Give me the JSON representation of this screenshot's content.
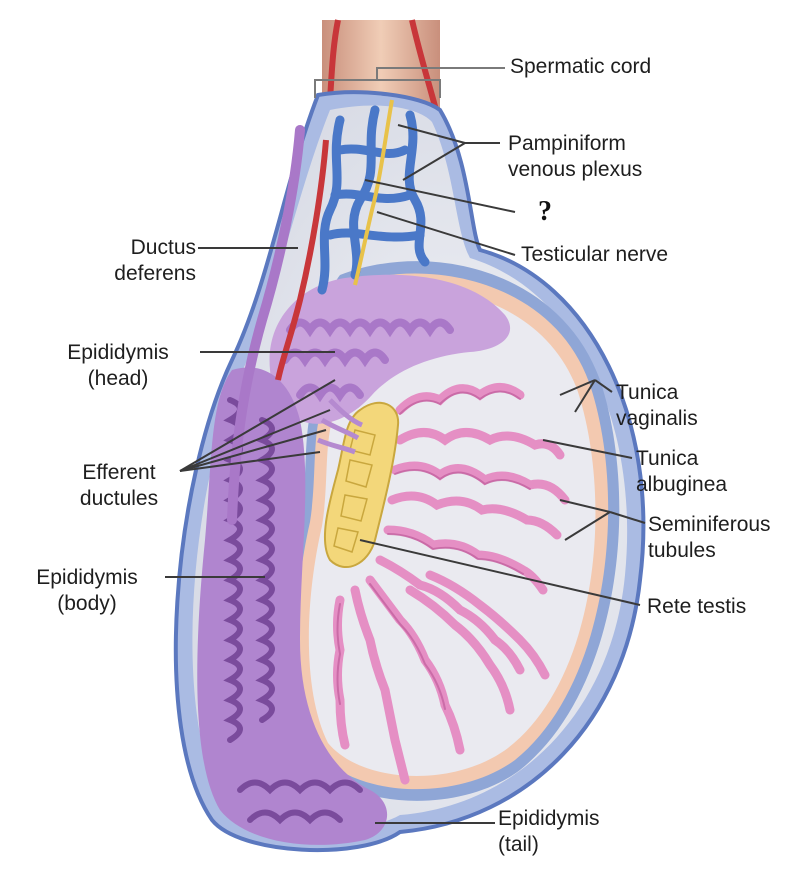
{
  "labels": {
    "spermatic_cord": "Spermatic cord",
    "pampiniform_1": "Pampiniform",
    "pampiniform_2": "venous plexus",
    "unknown": "?",
    "testicular_nerve": "Testicular nerve",
    "ductus_1": "Ductus",
    "ductus_2": "deferens",
    "epi_head_1": "Epididymis",
    "epi_head_2": "(head)",
    "tunica_vag_1": "Tunica",
    "tunica_vag_2": "vaginalis",
    "tunica_alb_1": "Tunica",
    "tunica_alb_2": "albuginea",
    "efferent_1": "Efferent",
    "efferent_2": "ductules",
    "semi_1": "Seminiferous",
    "semi_2": "tubules",
    "epi_body_1": "Epididymis",
    "epi_body_2": "(body)",
    "rete": "Rete testis",
    "epi_tail_1": "Epididymis",
    "epi_tail_2": "(tail)"
  },
  "colors": {
    "skin_blue": "#8fa6d6",
    "skin_blue_dark": "#5b78bf",
    "cavity": "#e6e8ef",
    "tunica_peach": "#f3c9b0",
    "tubule_pink": "#e58fc4",
    "tubule_pink_dark": "#c05c9c",
    "epididymis_purple": "#a978c8",
    "epididymis_dark": "#7a4b9c",
    "rete_yellow": "#f3d77a",
    "artery_red": "#c8363a",
    "vein_blue": "#4a78c8",
    "nerve_yellow": "#e8c24a",
    "cord_skin": "#e3b59a",
    "leader_line": "#3a3a3a"
  }
}
